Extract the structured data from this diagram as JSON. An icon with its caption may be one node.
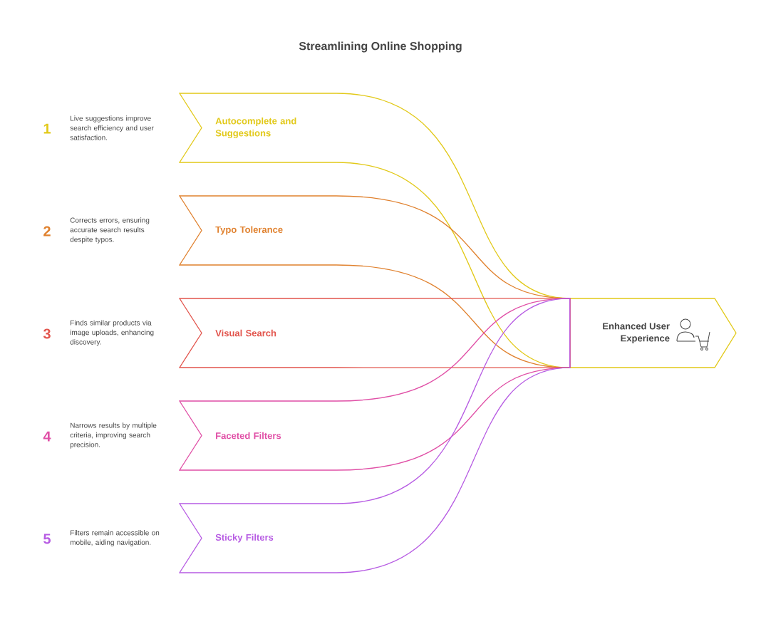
{
  "diagram": {
    "title": "Streamlining Online Shopping",
    "nodes": [
      {
        "text": [
          "Autocomplete and Suggestions"
        ],
        "beside": [
          "1",
          "Live suggestions improve search efficiency and user satisfaction."
        ]
      },
      {
        "text": [
          "Typo Tolerance"
        ],
        "beside": [
          "2",
          "Corrects errors, ensuring accurate search results despite typos."
        ]
      },
      {
        "text": [
          "Visual Search"
        ],
        "beside": [
          "3",
          "Finds similar products via image uploads, enhancing discovery."
        ]
      },
      {
        "text": [
          "Faceted Filters"
        ],
        "beside": [
          "4",
          "Narrows results by multiple criteria, improving search precision."
        ]
      },
      {
        "text": [
          "Sticky Filters"
        ],
        "beside": [
          "5",
          "Filters remain accessible on mobile, aiding navigation."
        ]
      },
      {
        "text": [
          "Enhanced User Experience"
        ]
      }
    ],
    "edges": [
      {
        "from": 0,
        "to": 5,
        "arrow": "none",
        "color": "#e2c919"
      },
      {
        "from": 1,
        "to": 5,
        "arrow": "none",
        "color": "#e0812e"
      },
      {
        "from": 2,
        "to": 5,
        "arrow": "none",
        "color": "#e2544c"
      },
      {
        "from": 3,
        "to": 5,
        "arrow": "none",
        "color": "#e04fa6"
      },
      {
        "from": 4,
        "to": 5,
        "arrow": "none",
        "color": "#b75ce3"
      }
    ]
  }
}
